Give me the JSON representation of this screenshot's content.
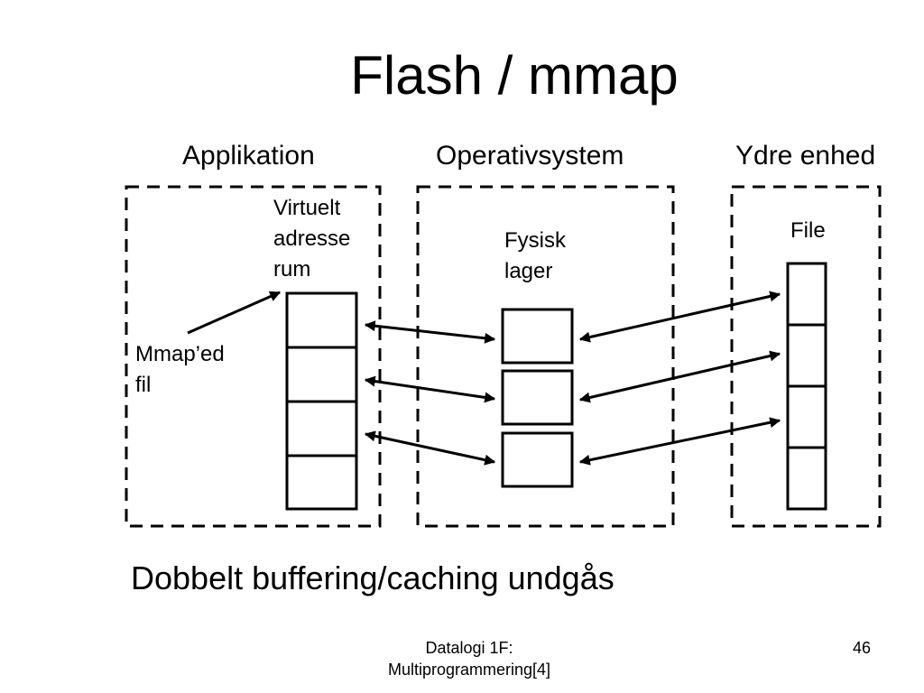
{
  "slide": {
    "title": "Flash / mmap",
    "caption": "Dobbelt buffering/caching undgås",
    "footer_line1": "Datalogi 1F:",
    "footer_line2": "Multiprogrammering[4]",
    "page_number": "46"
  },
  "columns": {
    "application": "Applikation",
    "os": "Operativsystem",
    "device": "Ydre enhed"
  },
  "labels": {
    "virtual_line1": "Virtuelt",
    "virtual_line2": "adresse",
    "virtual_line3": "rum",
    "physical_line1": "Fysisk",
    "physical_line2": "lager",
    "file": "File",
    "mmaped_line1": "Mmap’ed",
    "mmaped_line2": "fil"
  }
}
